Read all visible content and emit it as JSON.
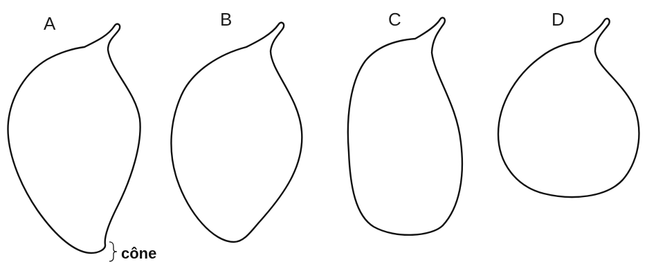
{
  "figure": {
    "panels": [
      {
        "letter": "A"
      },
      {
        "letter": "B"
      },
      {
        "letter": "C"
      },
      {
        "letter": "D"
      }
    ],
    "annotation": {
      "text": "cône"
    }
  }
}
